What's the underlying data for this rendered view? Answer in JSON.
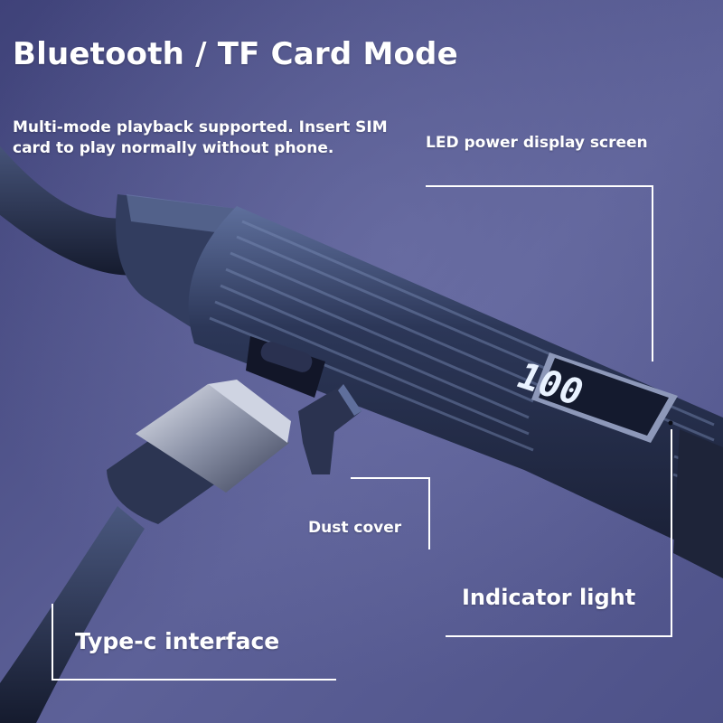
{
  "title": "Bluetooth / TF Card Mode",
  "description": "Multi-mode playback supported. Insert SIM card to play normally without phone.",
  "callouts": {
    "led_display": "LED power display screen",
    "dust_cover": "Dust cover",
    "indicator_light": "Indicator light",
    "type_c": "Type-c interface"
  },
  "led_readout": "100",
  "colors": {
    "background_top": "#4a4d86",
    "background_bottom": "#5b5f93",
    "device_body": "#2b3350",
    "led_digits": "#e9f2ff",
    "text": "#ffffff"
  }
}
